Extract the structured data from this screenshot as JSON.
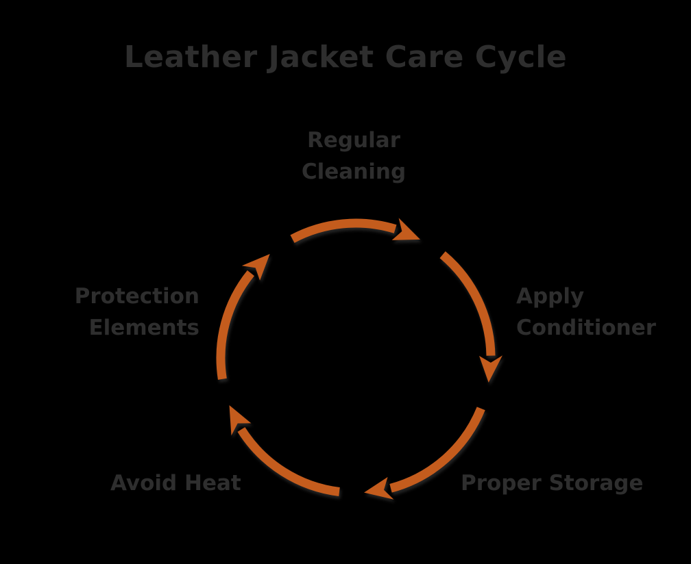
{
  "title": "Leather Jacket Care Cycle",
  "diagram": {
    "type": "cycle",
    "direction": "clockwise",
    "background_color": "#000000",
    "text_color": "#2e2e2e",
    "arrow_color": "#C45C1D",
    "steps": [
      {
        "label": "Regular Cleaning",
        "position": "top",
        "lines": [
          "Regular",
          "Cleaning"
        ]
      },
      {
        "label": "Apply Conditioner",
        "position": "right",
        "lines": [
          "Apply",
          "Conditioner"
        ]
      },
      {
        "label": "Proper Storage",
        "position": "bottom-right",
        "lines": [
          "Proper Storage"
        ]
      },
      {
        "label": "Avoid Heat",
        "position": "bottom-left",
        "lines": [
          "Avoid Heat"
        ]
      },
      {
        "label": "Protection Elements",
        "position": "left",
        "lines": [
          "Protection",
          "Elements"
        ]
      }
    ],
    "arcs": [
      {
        "from": -28,
        "to": 28
      },
      {
        "from": 40,
        "to": 100
      },
      {
        "from": 112,
        "to": 176
      },
      {
        "from": 187,
        "to": 249
      },
      {
        "from": 261,
        "to": 320
      }
    ]
  }
}
